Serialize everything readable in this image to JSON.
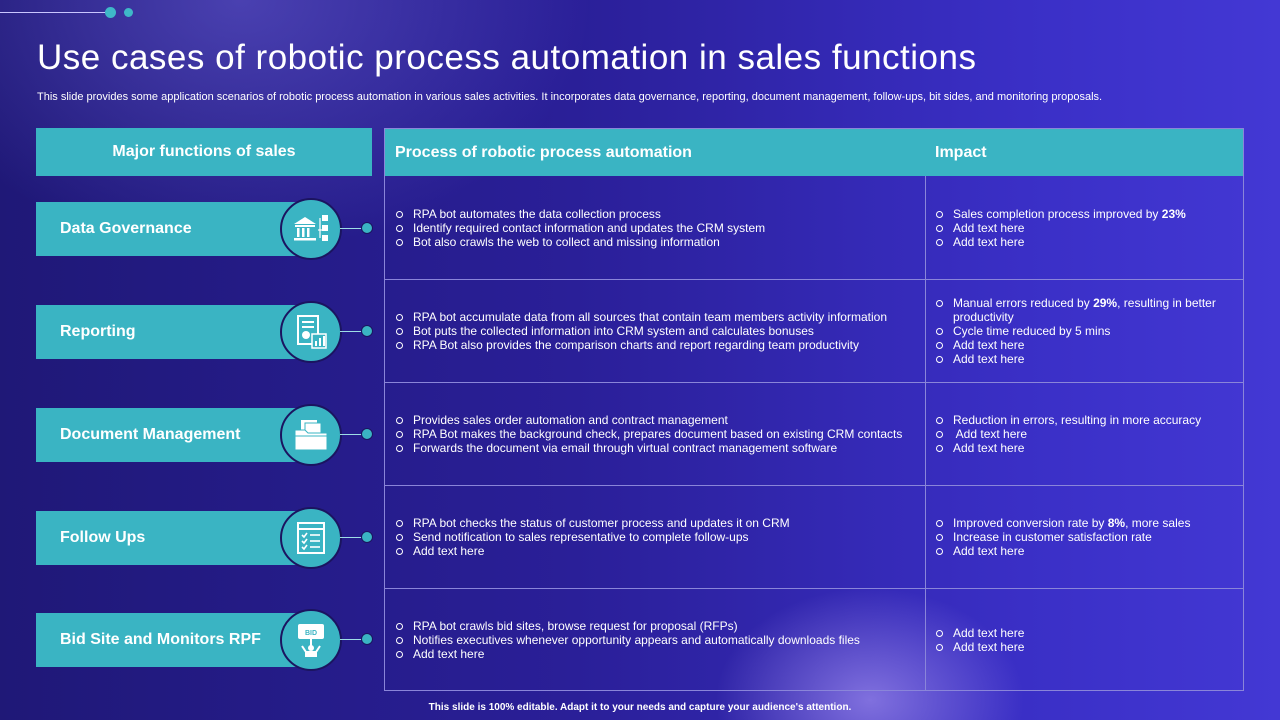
{
  "title": "Use cases of robotic process automation in sales functions",
  "subtitle": "This slide provides some application scenarios of robotic process automation in various sales activities. It incorporates data governance, reporting, document management, follow-ups, bit sides, and monitoring proposals.",
  "headers": {
    "functions": "Major functions of sales",
    "process": "Process of robotic process automation",
    "impact": "Impact"
  },
  "rows": [
    {
      "function": "Data Governance",
      "icon": "bank-data-icon",
      "process": [
        "RPA bot automates the data collection process",
        "Identify required contact information and updates the CRM system",
        "Bot also crawls the web to collect and missing information"
      ],
      "impact": [
        {
          "text": "Sales completion process improved by ",
          "bold": "23%",
          "after": ""
        },
        {
          "text": "Add text here"
        },
        {
          "text": "Add text here"
        }
      ]
    },
    {
      "function": "Reporting",
      "icon": "report-chart-icon",
      "process": [
        "RPA bot accumulate data from all sources that contain team members activity information",
        "Bot puts the collected information into CRM system and calculates bonuses",
        "RPA Bot also provides the comparison charts and report regarding team productivity"
      ],
      "impact": [
        {
          "text": "Manual errors reduced by ",
          "bold": "29%",
          "after": ", resulting in better productivity"
        },
        {
          "text": "Cycle time reduced by 5 mins"
        },
        {
          "text": "Add text here"
        },
        {
          "text": "Add text here"
        }
      ]
    },
    {
      "function": "Document Management",
      "icon": "folder-documents-icon",
      "process": [
        "Provides sales order automation and contract management",
        "RPA Bot makes the background check, prepares document based on existing CRM contacts",
        "Forwards the document via email through virtual contract management software"
      ],
      "impact": [
        {
          "text": "Reduction in errors, resulting in more accuracy"
        },
        {
          "text": " Add text here"
        },
        {
          "text": "Add text here"
        }
      ]
    },
    {
      "function": "Follow Ups",
      "icon": "checklist-icon",
      "process": [
        "RPA bot checks the status of customer process and updates it on CRM",
        "Send notification to sales representative to complete follow-ups",
        "Add text here"
      ],
      "impact": [
        {
          "text": "Improved conversion rate by ",
          "bold": "8%",
          "after": ", more sales"
        },
        {
          "text": "Increase in customer satisfaction rate"
        },
        {
          "text": "Add text here"
        }
      ]
    },
    {
      "function": "Bid Site and Monitors RPF",
      "icon": "bid-paddle-icon",
      "icon_text": "BID",
      "process": [
        "RPA bot crawls bid sites, browse request for proposal (RFPs)",
        "Notifies executives whenever opportunity appears and automatically downloads files",
        "Add text here"
      ],
      "impact": [
        {
          "text": "Add text here"
        },
        {
          "text": "Add text here"
        }
      ]
    }
  ],
  "footer": "This slide is 100% editable. Adapt it to your needs and capture your audience's attention."
}
